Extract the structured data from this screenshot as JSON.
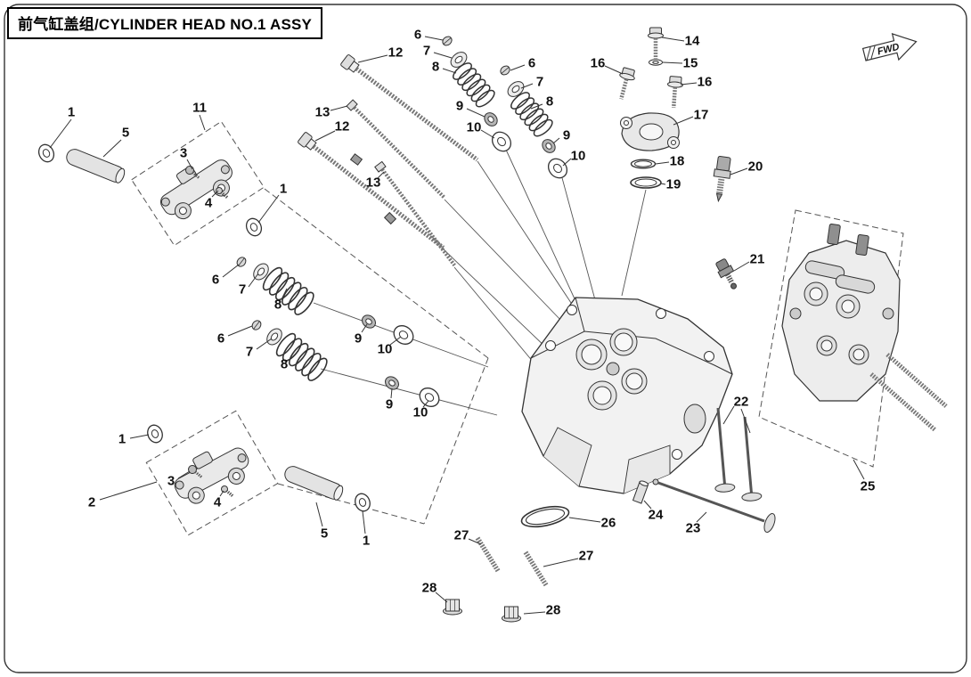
{
  "page": {
    "title": "前气缸盖组/CYLINDER HEAD NO.1 ASSY",
    "fwd_label": "FWD"
  },
  "part_numbers": {
    "n1": "1",
    "n2": "2",
    "n3": "3",
    "n4": "4",
    "n5": "5",
    "n6": "6",
    "n7": "7",
    "n8": "8",
    "n9": "9",
    "n10": "10",
    "n11": "11",
    "n12": "12",
    "n13": "13",
    "n14": "14",
    "n15": "15",
    "n16": "16",
    "n17": "17",
    "n18": "18",
    "n19": "19",
    "n20": "20",
    "n21": "21",
    "n22": "22",
    "n23": "23",
    "n24": "24",
    "n25": "25",
    "n26": "26",
    "n27": "27",
    "n28": "28"
  }
}
